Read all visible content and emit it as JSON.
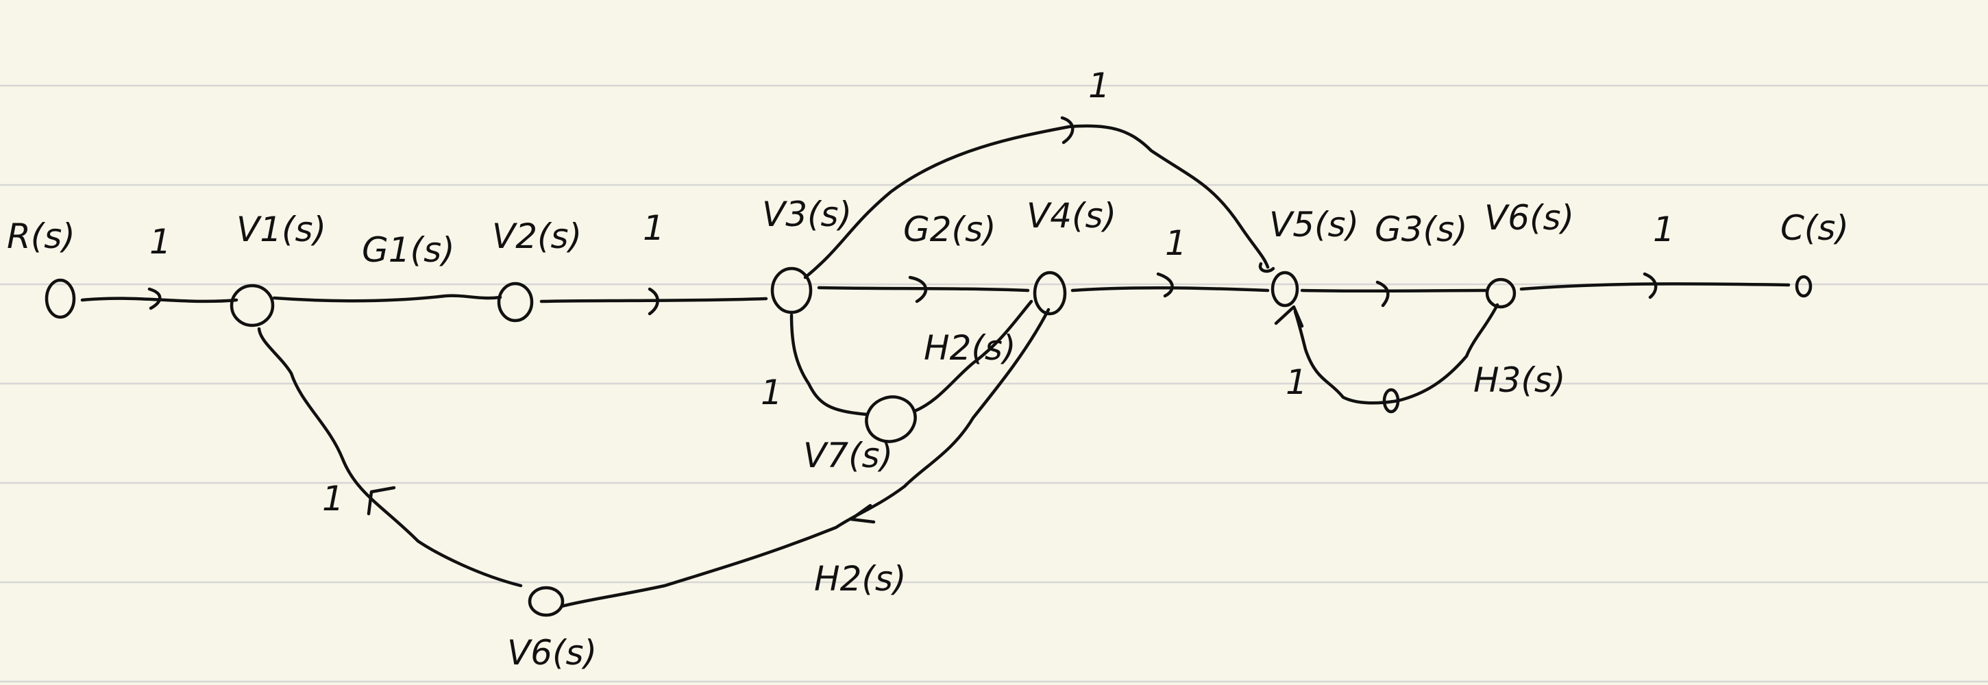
{
  "colors": {
    "paper": "#f8f6e8",
    "ink": "#111111",
    "rule": "#d6d6d6"
  },
  "nodes": {
    "r": "R(s)",
    "v1": "V1(s)",
    "v2": "V2(s)",
    "v3": "V3(s)",
    "v4": "V4(s)",
    "v5": "V5(s)",
    "v6a": "V6(s)",
    "v6b": "V6(s)",
    "v7": "V7(s)",
    "c": "C(s)"
  },
  "gains": {
    "r_v1": "1",
    "v1_v2": "G1(s)",
    "v2_v3": "1",
    "v3_v4": "G2(s)",
    "v4_v5": "1",
    "v5_v6": "G3(s)",
    "v6_c": "1",
    "v3_v5_top": "1",
    "v3_v7": "1",
    "v4_v7": "H2(s)",
    "v4_v6b": "H2(s)",
    "v6b_v1": "1",
    "v6_v5": "H3(s)",
    "v5_loop": "1"
  }
}
